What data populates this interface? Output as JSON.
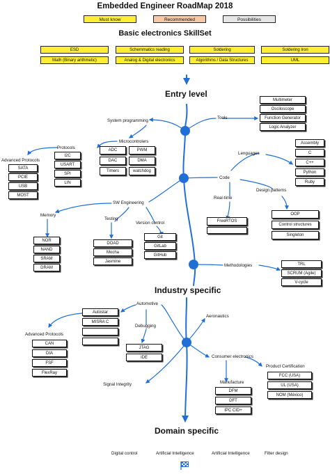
{
  "title": "Embedded Engineer RoadMap 2018",
  "legend": [
    {
      "label": "Must know",
      "style": "yel"
    },
    {
      "label": "Recommended",
      "style": "sal"
    },
    {
      "label": "Possibilities",
      "style": "gry"
    }
  ],
  "basic_title": "Basic electronics SkillSet",
  "basic_skills": [
    "ESD",
    "Schemmatics reading",
    "Soldering",
    "Soldering Iron",
    "Math (Binary arithmetic)",
    "Analog & Digital electronics",
    "Algorithms / Data Structures",
    "UML"
  ],
  "sections": {
    "entry": "Entry level",
    "industry": "Industry specific",
    "domain": "Domain specific"
  },
  "labels": {
    "tools": "Tools",
    "system_programming": "System programming",
    "microcontrollers": "Microcontrolers",
    "protocols": "Protocols",
    "advanced_protocols": "Advanced Protocols",
    "languages": "Lenguages",
    "code": "Code",
    "realtime": "Real-time",
    "design_patterns": "Design patterns",
    "sw_engineering": "SW Engineering",
    "memory": "Memory",
    "testing": "Testing",
    "version_control": "Version control",
    "methodologies": "Methodologies",
    "automotive": "Automotive",
    "aeronautics": "Aeronautics",
    "debugging": "Debugging",
    "advanced_protocols2": "Advanced Protocols",
    "consumer": "Consumer electronics",
    "certification": "Product Certification",
    "manufacture": "Manufacture",
    "signal": "Signal Integrity"
  },
  "boxes": {
    "tools": [
      "Multimeter",
      "Osciloscope",
      "Function Generator",
      "Logic Analyzer"
    ],
    "micro": [
      "ADC",
      "PWM",
      "DAC",
      "DMA",
      "Timers",
      "watchdog"
    ],
    "protocols": [
      "I2C",
      "USART",
      "SPI",
      "LIN"
    ],
    "adv_protocols": [
      "SATA",
      "PCIE",
      "USB",
      "MOST"
    ],
    "languages": [
      "Assembly",
      "C",
      "C++",
      "Python",
      "Ruby"
    ],
    "realtime": [
      "FreeRTOS"
    ],
    "patterns": [
      "OOP",
      "Control structures",
      "Singleton"
    ],
    "memory": [
      "NOR",
      "NAND",
      "SRAM",
      "DRAM"
    ],
    "testing": [
      "DOAD",
      "Mocha",
      "Jasmine"
    ],
    "vcs": [
      "Git",
      "GitLab",
      "GitHub"
    ],
    "methods": [
      "TRL",
      "SCRUM (Agile)",
      "V-cycle"
    ],
    "automotive": [
      "Autostar",
      "MISRA C",
      "",
      ""
    ],
    "debugging": [
      "JTAG",
      "IDE"
    ],
    "adv_protocols2": [
      "CAN",
      "DIA",
      "FSF",
      "FlexRay"
    ],
    "certification": [
      "FCC (USA)",
      "UL (USA)",
      "NOM (México)"
    ],
    "manufacture": [
      "DFM",
      "DFT",
      "IPC CID+"
    ]
  },
  "domain_items": [
    "Digital control",
    "Artificial Intelligence",
    "Artificial Intelligence",
    "Filter design"
  ],
  "colors": {
    "node": "#1f6fd6",
    "must": "#ffee33",
    "recommended": "#f6c9a6",
    "possible": "#e6e6e6"
  },
  "icons": {
    "footer": "flag-icon"
  }
}
